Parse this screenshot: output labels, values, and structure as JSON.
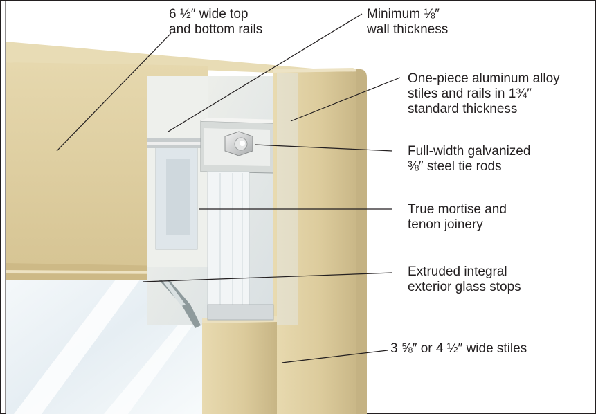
{
  "callouts": {
    "top_rails": {
      "line1": "6 ½″ wide top",
      "line2": "and bottom rails"
    },
    "wall_thickness": {
      "line1": "Minimum ⅛″",
      "line2": "wall thickness"
    },
    "stiles_rails": {
      "line1": "One-piece aluminum alloy",
      "line2": "stiles and rails in 1¾″",
      "line3": "standard thickness"
    },
    "tie_rods": {
      "line1": "Full-width galvanized",
      "line2": "⅜″ steel tie rods"
    },
    "joinery": {
      "line1": "True mortise and",
      "line2": "tenon joinery"
    },
    "glass_stops": {
      "line1": "Extruded integral",
      "line2": "exterior glass stops"
    },
    "wide_stiles": {
      "line1": "3 ⅝″ or 4 ½″ wide stiles"
    }
  },
  "colors": {
    "aluminum_finish": "#d9c89b",
    "aluminum_shadow": "#bfae7e",
    "inner_channel": "#e8edf0",
    "glass": "#f0f5f8",
    "leader_line": "#231f20"
  }
}
